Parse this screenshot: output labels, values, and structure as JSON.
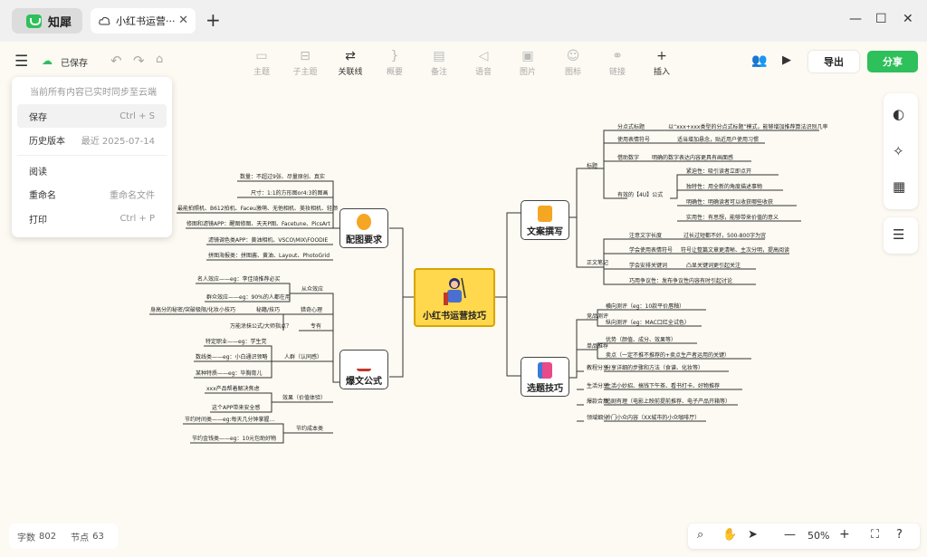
{
  "titlebar": {
    "app_name": "知犀",
    "doc_tab": "小红书运营···",
    "close_tab": "✕",
    "new_tab": "+",
    "min": "—",
    "max": "☐",
    "close": "✕"
  },
  "toolbar": {
    "saved": "已保存",
    "tools": [
      "主题",
      "子主题",
      "关联线",
      "概要",
      "备注",
      "语音",
      "图片",
      "图标",
      "链接",
      "插入"
    ],
    "export": "导出",
    "share": "分享"
  },
  "menu": {
    "sync_note": "当前所有内容已实时同步至云端",
    "items": [
      {
        "label": "保存",
        "right": "Ctrl + S"
      },
      {
        "label": "历史版本",
        "right": "最近 2025-07-14"
      },
      {
        "label": "阅读",
        "right": ""
      },
      {
        "label": "重命名",
        "right": "重命名文件"
      },
      {
        "label": "打印",
        "right": "Ctrl + P"
      }
    ]
  },
  "status": {
    "words_label": "字数",
    "words": "802",
    "nodes_label": "节点",
    "nodes": "63"
  },
  "zoom": {
    "level": "50%",
    "minus": "—",
    "plus": "+"
  },
  "mindmap": {
    "central": "小红书运营技巧",
    "topics": {
      "copy": "文案撰写",
      "topic": "选题技巧",
      "image": "配图要求",
      "title": "爆文公式"
    },
    "copy": {
      "title_branch": "标题",
      "body_branch": "正文笔记",
      "title_items": [
        "分点式标题",
        "使用表情符号",
        "借助数字",
        "有效的【4U】公式"
      ],
      "title_details": [
        "以“xxx+xxx类型的分点式标题”模式，能够增加推荐算法识别几率",
        "适当增加悬念，贴近用户使用习惯",
        "明确的数字表达内容更具有画面感"
      ],
      "u4": [
        "紧迫性：吸引读者立即点开",
        "独特性：用全新的角度描述事物",
        "明确性：明确读者可以收获哪些收获",
        "实用性：有思想，能够带来价值的意义"
      ],
      "body_items": [
        "注意文字长度",
        "学会使用表情符号",
        "学会安排关键词",
        "巧用争议性：发布争议性内容有时引起讨论"
      ],
      "body_details": [
        "过长过短都不好，500-800字为宜",
        "符号让整篇文章更清晰、主次分明，提高阅读",
        "凸显关键词更引起关注"
      ]
    },
    "topic": {
      "branches": [
        "竞品测评",
        "单品推荐",
        "教程分享",
        "生活分享",
        "爆款合集",
        "领域细分"
      ],
      "competitor": [
        "横向测评（eg：10款平价唇釉）",
        "纵向测评（eg：MAC口红全试色）"
      ],
      "single": [
        "优势（颜值、成分、效果等）",
        "卖点（一定不推不推荐的+卖点生产者运用的关键）"
      ],
      "details": [
        "分享详细的步骤和方法（食谱、化妆等）",
        "生活小妙招、搞钱下午茶、看书打卡、好物推荐",
        "追剧有理（电影上映前提前推荐、电子产品开箱等）",
        "冷门小众内容（XX城市的小众咖啡厅）"
      ]
    },
    "image": {
      "items": [
        "数量：不超过9张、尽量原创、真实",
        "尺寸：1:1的方形图or4:3的图画",
        "最能拍照机、B612拍机、Faceu激萌、无他相机、美妆相机、轻颜",
        "修图和滤镜APP：醒图修图、天天P图、Facetune、PicsArt",
        "滤镜调色类APP：黄油相机、VSCO\\MIX\\FOODIE",
        "拼图海报类：拼图酱、黄油、Layout、PhotoGrid"
      ]
    },
    "title": {
      "groups": [
        "从众效应",
        "猎奇心理",
        "专有",
        "人群（认同感）",
        "效果（价值体验）",
        "节约成本类"
      ],
      "crowd": [
        "名人效应——eg：李佳琦推荐必买",
        "群众效应——eg：90%的人都在用"
      ],
      "curio": [
        "身高分的秘密/突破极限/化妆小技巧",
        "万能涂抹公式/大师指点？"
      ],
      "people": [
        "特定职业——eg：学生党",
        "数线类——eg：小白通识领略",
        "某种特质——eg：毕胸育儿"
      ],
      "effect": [
        "xxx产品帮着解决焦虑",
        "这个APP带来安全感"
      ],
      "cost": [
        "节约时间类——eg:每天几分钟掌握…",
        "节约金钱类——eg：10元包助好物"
      ],
      "curio_sub": "秘籍/技巧"
    }
  },
  "colors": {
    "accent": "#2ec05a",
    "central_fill": "#ffd84d"
  }
}
